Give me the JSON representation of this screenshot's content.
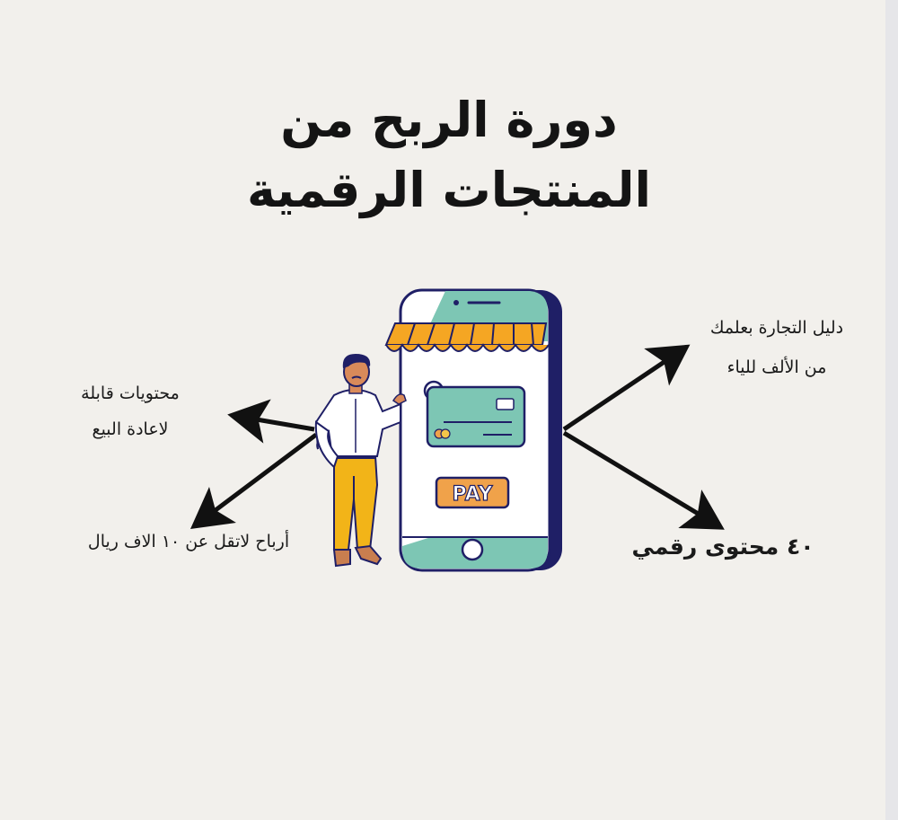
{
  "title": {
    "line1": "دورة الربح من",
    "line2": "المنتجات الرقمية"
  },
  "labels": {
    "left_line1": "محتويات قابلة",
    "left_line2": "لاعادة البيع",
    "bottom_left": "أرباح لاتقل عن ١٠ الاف ريال",
    "top_right_line1": "دليل التجارة بعلمك",
    "top_right_line2": "من الألف للياء",
    "bottom_right": "٤٠ محتوى رقمي"
  },
  "phone": {
    "pay_text": "PAY"
  },
  "colors": {
    "background": "#f2f0ec",
    "teal": "#7dc6b4",
    "navy": "#1f1f66",
    "orange": "#f5a623",
    "pay_orange": "#f0a24a",
    "pants": "#f2b418"
  },
  "icons": [
    "phone-icon",
    "store-awning-icon",
    "credit-card-icon",
    "check-icon",
    "pay-button-icon",
    "man-figure-icon",
    "arrow-icon"
  ]
}
